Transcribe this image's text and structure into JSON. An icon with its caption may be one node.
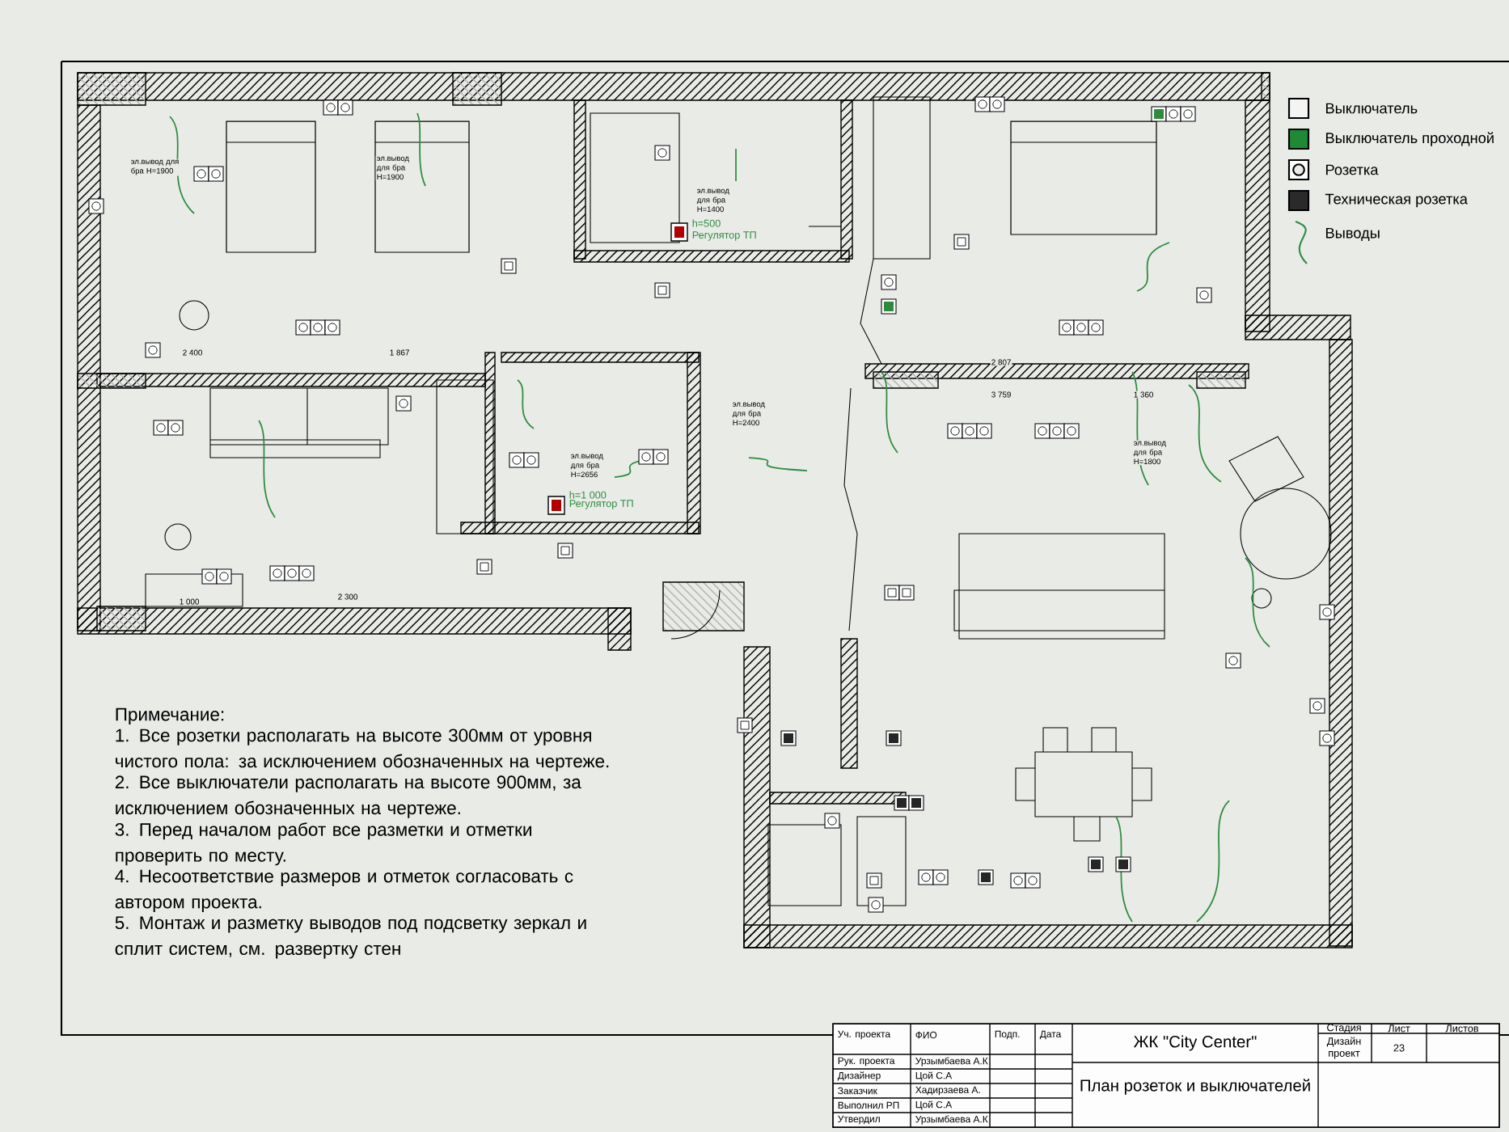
{
  "diagram": {
    "labels": [
      "Примечание:",
      "1. Все розетки располагать на высоте 300мм от уровня чистого пола: за исключением обозначенных на чертеже.",
      "2. Все выключатели располагать на высоте 900мм, за исключением обозначенных на чертеже.",
      "3. Перед началом работ все разметки и отметки проверить по месту.",
      "4. Несоответствие размеров и отметок согласовать с автором проекта.",
      "5. Монтаж и разметку выводов под подсветку зеркал и сплит систем, см. развертку стен",
      "h=500",
      "Регулятор ТП",
      "h=1 000",
      "Регулятор ТП",
      "эл.вывод для бра Н=1900",
      "эл.вывод для бра Н=1900",
      "эл.вывод для бра Н=1400",
      "эл.вывод для бра Н=2400",
      "эл.вывод для бра Н=2656",
      "эл.вывод для бра Н=1800",
      "2 400",
      "1 867",
      "2 300",
      "1 000",
      "2 807",
      "3 759",
      "1 360",
      "Уч. проекта",
      "ФИО",
      "Подп.",
      "Дата",
      "Рук. проекта",
      "Урзымбаева А.К",
      "Дизайнер",
      "Цой С.А",
      "Заказчик",
      "Хадирзаева А.",
      "Выполнил РП",
      "Цой С.А",
      "Утвердил",
      "Урзымбаева А.К",
      "ЖК \"City Center\"",
      "Стадия",
      "Лист",
      "Листов",
      "Дизайн проект",
      "23",
      "План розеток и выключателей"
    ],
    "legend": [
      {
        "text": "Выключатель",
        "color": "#f4f4f4"
      },
      {
        "text": "Выключатель проходной",
        "color": "#1e8a36"
      },
      {
        "text": "Розетка"
      },
      {
        "text": "Техническая розетка",
        "color": "#2a2a2a"
      },
      {
        "text": "Выводы"
      }
    ]
  }
}
